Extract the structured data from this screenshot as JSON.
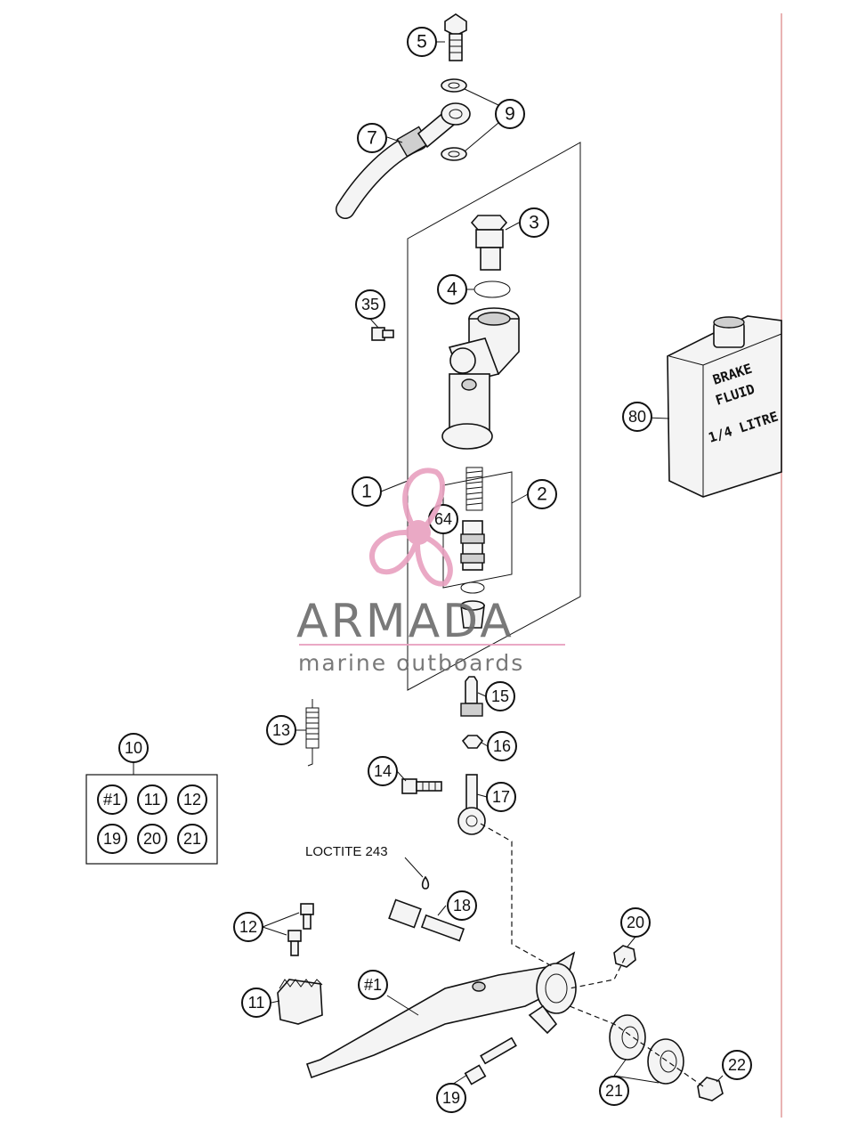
{
  "diagram": {
    "callouts": {
      "c5": "5",
      "c9": "9",
      "c7": "7",
      "c3": "3",
      "c4": "4",
      "c35": "35",
      "c80": "80",
      "c1": "1",
      "c2": "2",
      "c64": "64",
      "c15": "15",
      "c16": "16",
      "c13": "13",
      "c14": "14",
      "c17": "17",
      "c10": "10",
      "c18": "18",
      "c12": "12",
      "c20": "20",
      "c11": "11",
      "c1b": "#1",
      "c19": "19",
      "c21": "21",
      "c22": "22"
    },
    "kit_box": {
      "r1": [
        "#1",
        "11",
        "12"
      ],
      "r2": [
        "19",
        "20",
        "21"
      ]
    },
    "note_loctite": "LOCTITE 243",
    "fluid_can": {
      "line1": "BRAKE",
      "line2": "FLUID",
      "line3": "1/4 LITRE"
    },
    "watermark": {
      "brand": "ARMADA",
      "tagline": "marine outboards"
    }
  },
  "colors": {
    "watermark_pink": "#e8a0bf",
    "watermark_gray": "#6b6b6b",
    "line": "#111111",
    "border_right": "#e9b3b3"
  }
}
